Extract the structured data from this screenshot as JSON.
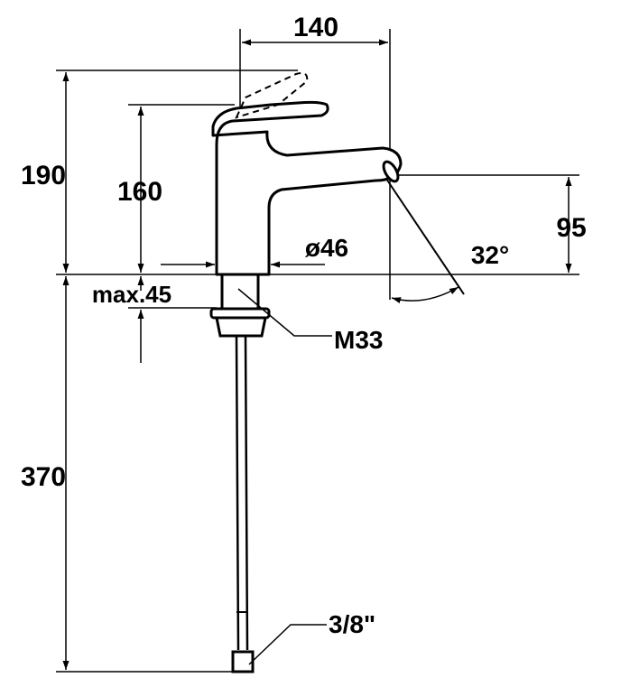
{
  "dimensions": {
    "reach": "140",
    "total_height": "190",
    "spout_height": "160",
    "outlet_height": "95",
    "body_diameter": "ø46",
    "mount_thickness": "max.45",
    "thread": "M33",
    "spout_angle": "32°",
    "hose_length": "370",
    "hose_connection": "3/8\""
  },
  "colors": {
    "line": "#000000",
    "background": "#ffffff"
  }
}
